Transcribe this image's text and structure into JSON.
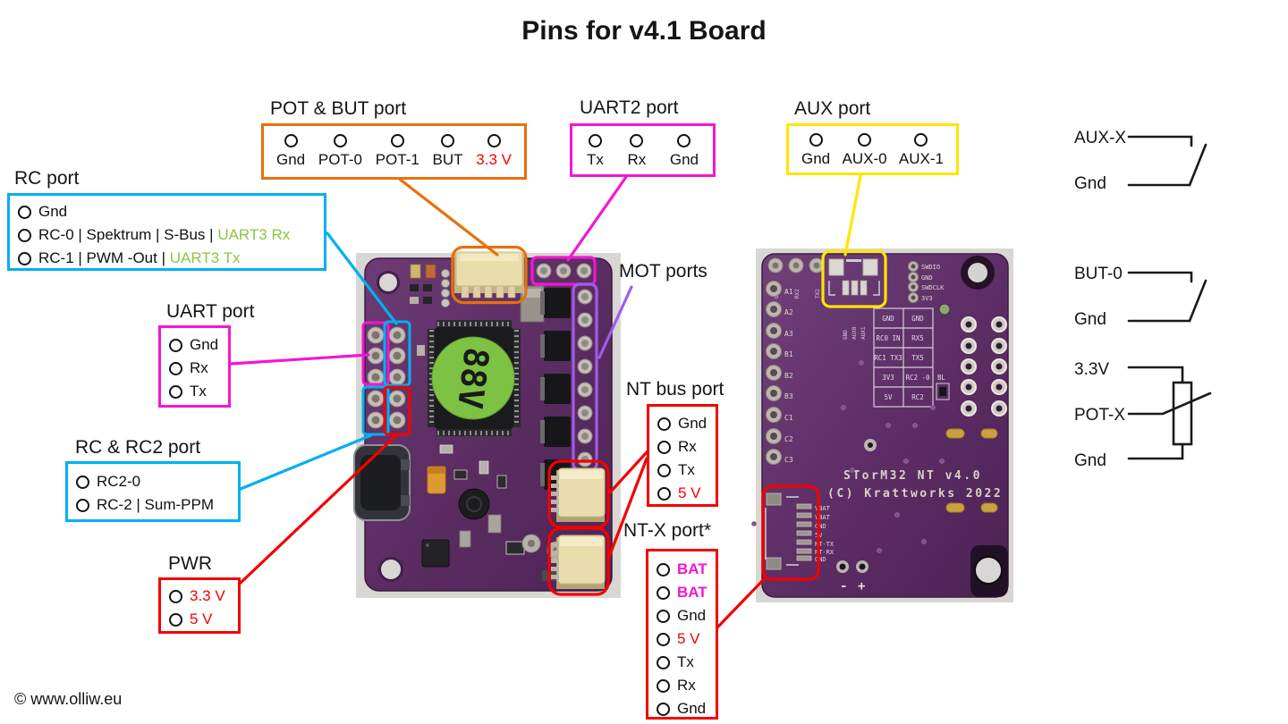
{
  "title": "Pins for v4.1 Board",
  "copyright": "© www.olliw.eu",
  "colors": {
    "orange": "#E8710A",
    "magenta": "#F316D3",
    "cyan": "#00B0F0",
    "yellow": "#FFE500",
    "red": "#F40000",
    "green": "#8DC63F",
    "violet": "#A05CE8",
    "pcb_purple": "#5E2F66"
  },
  "ports": {
    "pot_but": {
      "label": "POT & BUT port",
      "pins": [
        "Gnd",
        "POT-0",
        "POT-1",
        "BUT",
        "3.3 V"
      ]
    },
    "uart2": {
      "label": "UART2 port",
      "pins": [
        "Tx",
        "Rx",
        "Gnd"
      ]
    },
    "aux": {
      "label": "AUX port",
      "pins": [
        "Gnd",
        "AUX-0",
        "AUX-1"
      ]
    },
    "rc": {
      "label": "RC port",
      "rows": [
        {
          "main": "Gnd",
          "alt": ""
        },
        {
          "main": "RC-0 | Spektrum | S-Bus | ",
          "alt": "UART3 Rx"
        },
        {
          "main": "RC-1 | PWM -Out | ",
          "alt": "UART3 Tx"
        }
      ]
    },
    "uart": {
      "label": "UART port",
      "pins": [
        "Gnd",
        "Rx",
        "Tx"
      ]
    },
    "rc2": {
      "label": "RC & RC2 port",
      "pins": [
        "RC2-0",
        "RC-2 | Sum-PPM"
      ]
    },
    "pwr": {
      "label": "PWR",
      "pins": [
        "3.3 V",
        "5 V"
      ]
    },
    "mot": {
      "label": "MOT ports"
    },
    "nt_bus": {
      "label": "NT bus port",
      "pins": [
        "Gnd",
        "Rx",
        "Tx",
        "5 V"
      ]
    },
    "nt_x": {
      "label": "NT-X port*",
      "pins": [
        "BAT",
        "BAT",
        "Gnd",
        "5 V",
        "Tx",
        "Rx",
        "Gnd"
      ]
    }
  },
  "schematics": {
    "aux_switch": {
      "top": "AUX-X",
      "bottom": "Gnd"
    },
    "but_switch": {
      "top": "BUT-0",
      "bottom": "Gnd"
    },
    "pot": {
      "top": "3.3V",
      "mid": "POT-X",
      "bottom": "Gnd"
    }
  },
  "board_front": {
    "chip_sticker": "88V"
  },
  "board_back": {
    "pad_labels": [
      "A1",
      "A2",
      "A3",
      "B1",
      "B2",
      "B3",
      "C1",
      "C2",
      "C3"
    ],
    "top_labels": [
      "GND",
      "RX2",
      "TX2"
    ],
    "aux_labels": [
      "GND",
      "AUX0",
      "AUX1"
    ],
    "swd_labels": [
      "SWDIO",
      "GND",
      "SWDCLK",
      "3V3"
    ],
    "table": [
      [
        "GND",
        "GND"
      ],
      [
        "RC0 IN",
        "RX5"
      ],
      [
        "RC1 TX3",
        "TX5"
      ],
      [
        "3V3",
        "RC2 -0"
      ],
      [
        "5V",
        "RC2"
      ]
    ],
    "bl_label": "BL",
    "silk_line1": "STorM32 NT  v4.0",
    "silk_line2": "(C) Krattworks 2022",
    "nt_pads": [
      "VBAT",
      "VBAT",
      "GND",
      "5V",
      "NT-TX",
      "NT-RX",
      "GND"
    ],
    "bat_minus": "-",
    "bat_plus": "+"
  }
}
